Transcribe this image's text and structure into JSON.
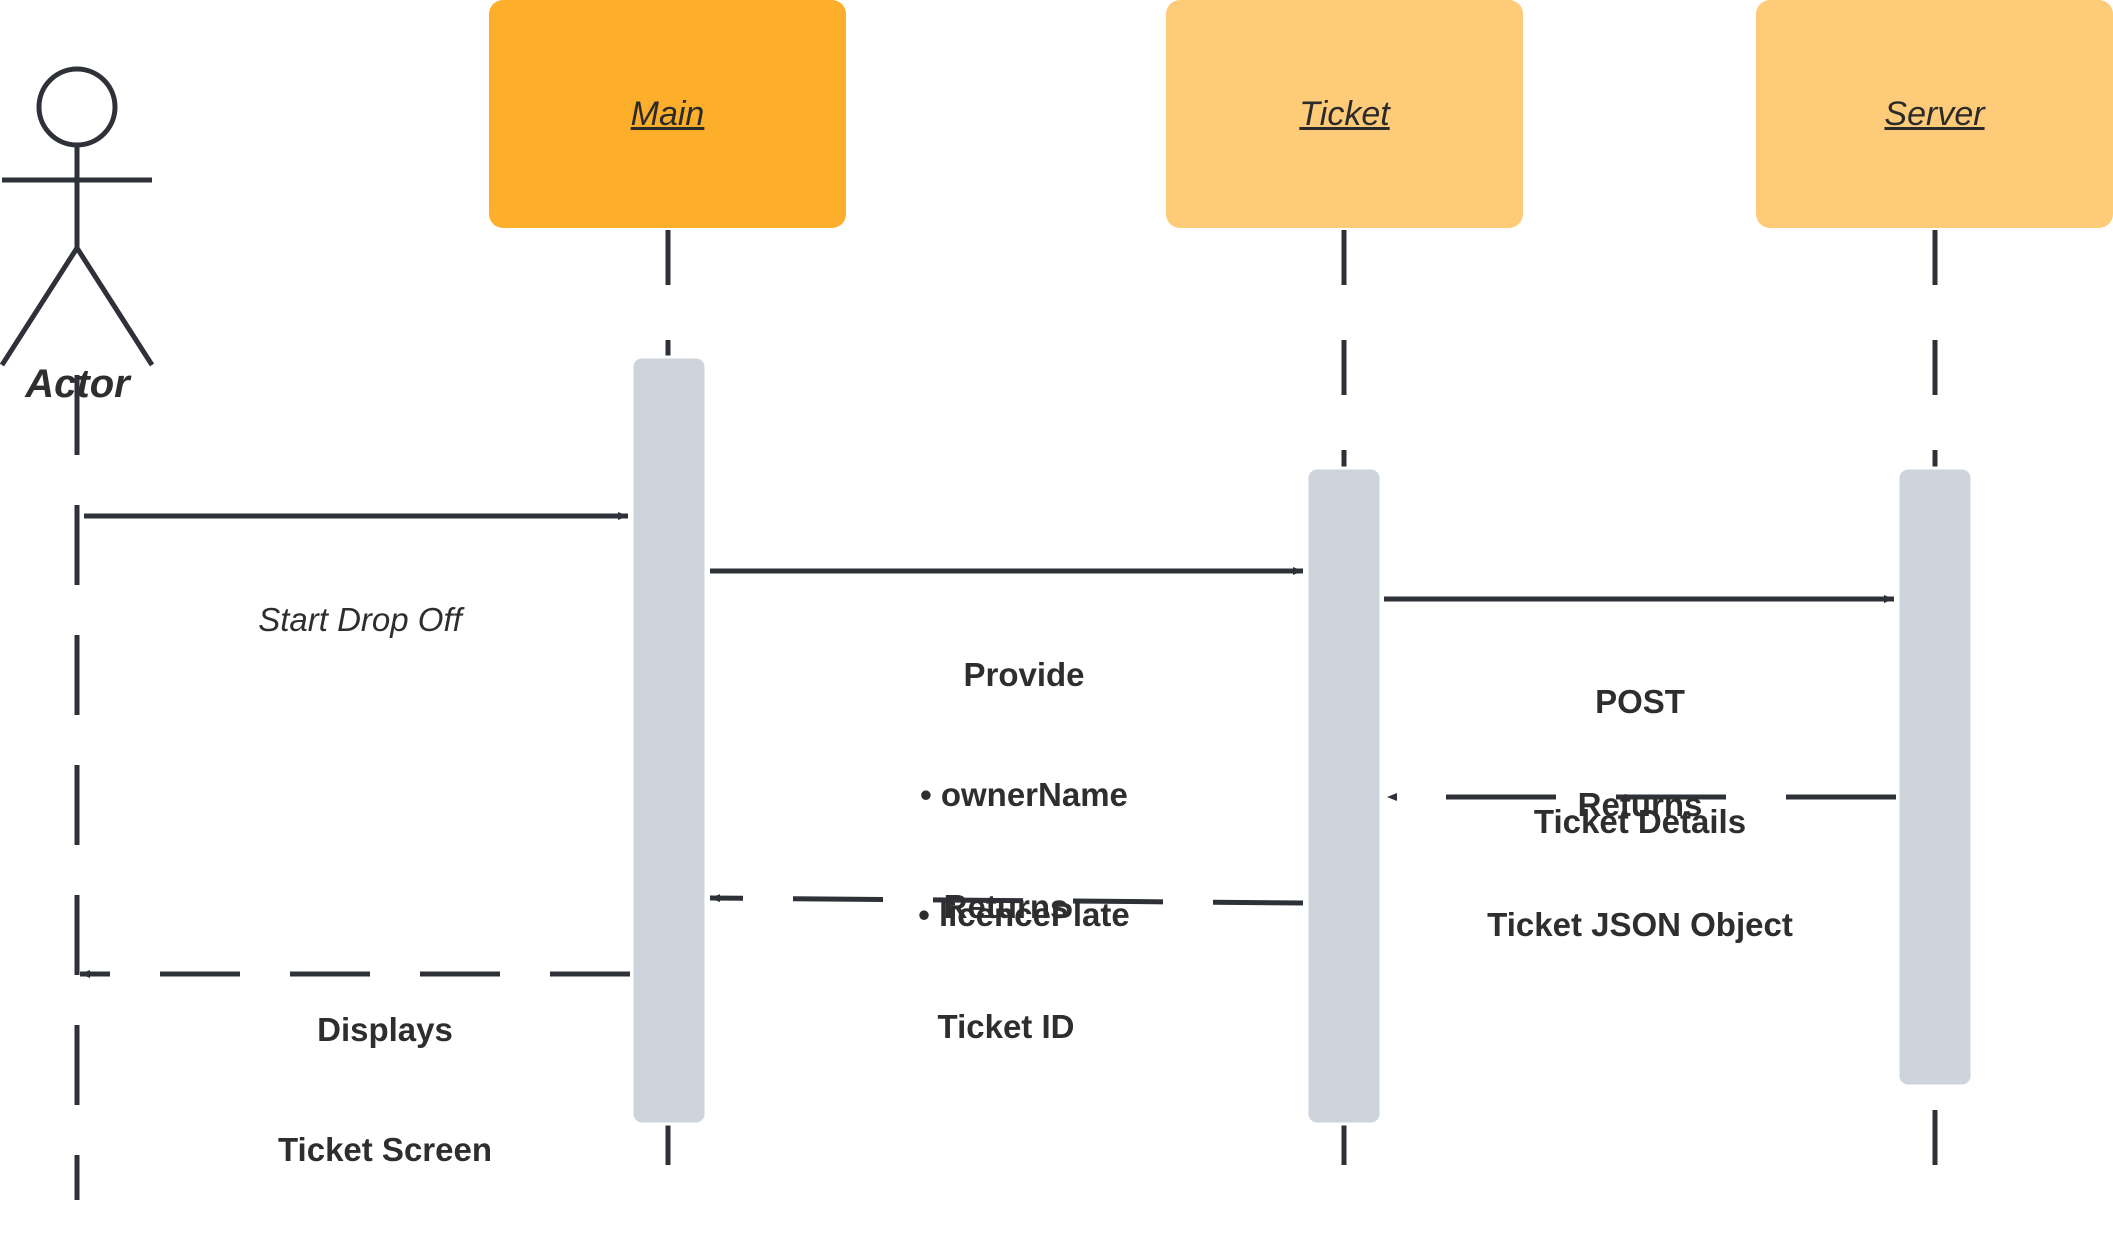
{
  "actor": {
    "label": "Actor",
    "icon": "stick-figure-icon"
  },
  "lifelines": [
    {
      "label": "Main",
      "color": "#FDAE2B"
    },
    {
      "label": "Ticket",
      "color": "#FECB78"
    },
    {
      "label": "Server",
      "color": "#FECB78"
    }
  ],
  "activation_color": "#CED4DB",
  "line_color": "#2E3138",
  "messages": [
    {
      "from": "Actor",
      "to": "Main",
      "style": "solid",
      "lines": [
        "Start Drop Off"
      ]
    },
    {
      "from": "Main",
      "to": "Ticket",
      "style": "solid",
      "lines": [
        "Provide",
        "• ownerName",
        "• licencePlate"
      ]
    },
    {
      "from": "Ticket",
      "to": "Server",
      "style": "solid",
      "lines": [
        "POST",
        "Ticket Details"
      ]
    },
    {
      "from": "Server",
      "to": "Ticket",
      "style": "dashed",
      "lines": [
        "Returns",
        "Ticket JSON Object"
      ]
    },
    {
      "from": "Ticket",
      "to": "Main",
      "style": "dashed",
      "lines": [
        "Returns",
        "Ticket ID"
      ]
    },
    {
      "from": "Main",
      "to": "Actor",
      "style": "dashed",
      "lines": [
        "Displays",
        "Ticket Screen"
      ]
    }
  ]
}
